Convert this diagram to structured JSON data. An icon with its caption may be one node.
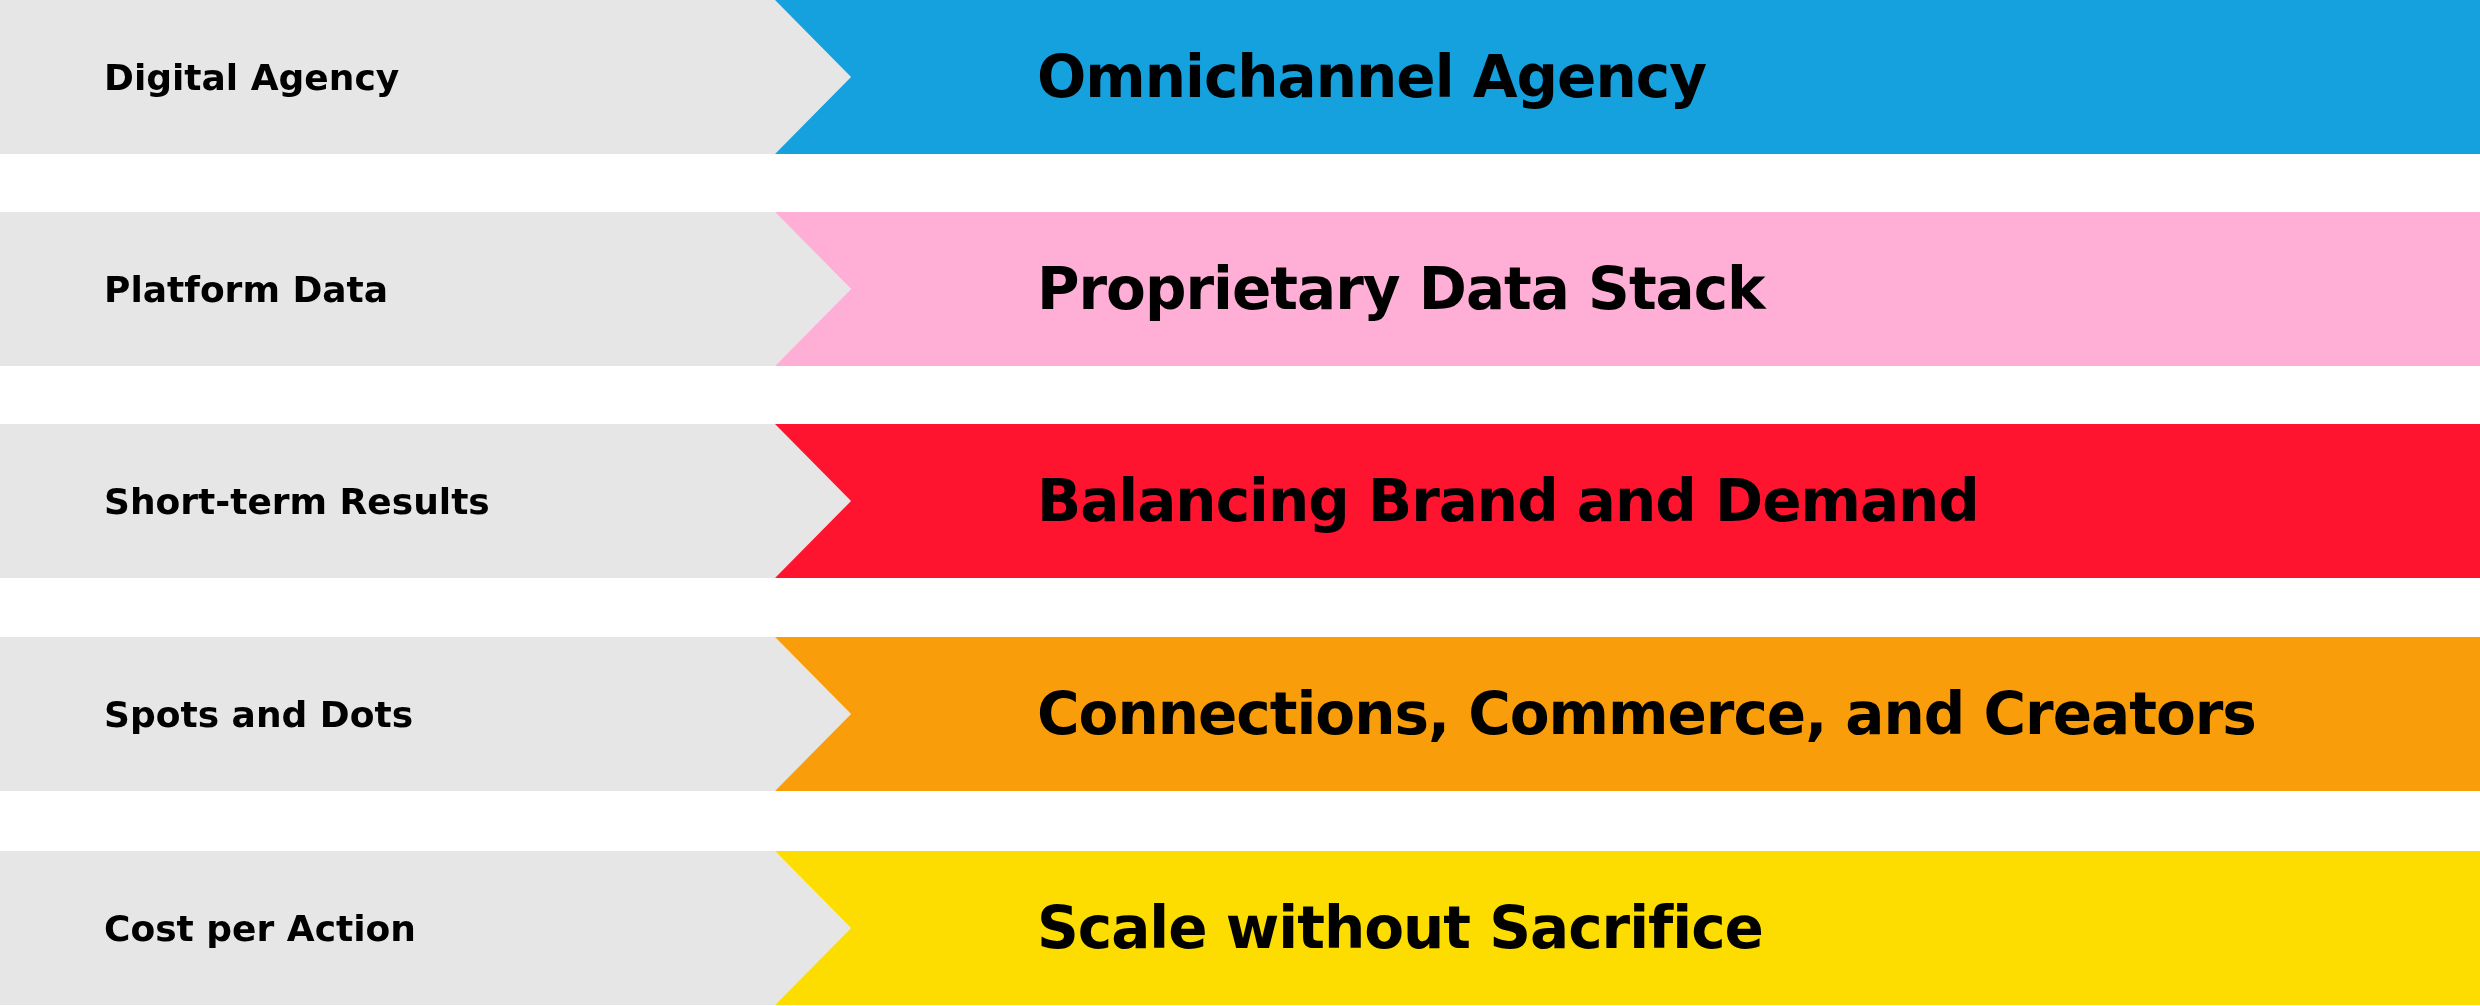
{
  "diagram": {
    "nodes": [
      {
        "text": [
          "Digital Agency"
        ]
      },
      {
        "text": [
          "Omnichannel Agency"
        ]
      },
      {
        "text": [
          "Platform Data"
        ]
      },
      {
        "text": [
          "Proprietary Data Stack"
        ]
      },
      {
        "text": [
          "Short-term Results"
        ]
      },
      {
        "text": [
          "Balancing Brand and Demand"
        ]
      },
      {
        "text": [
          "Spots and Dots"
        ]
      },
      {
        "text": [
          "Connections, Commerce, and Creators"
        ]
      },
      {
        "text": [
          "Cost per Action"
        ]
      },
      {
        "text": [
          "Scale without Sacrifice"
        ]
      }
    ]
  }
}
